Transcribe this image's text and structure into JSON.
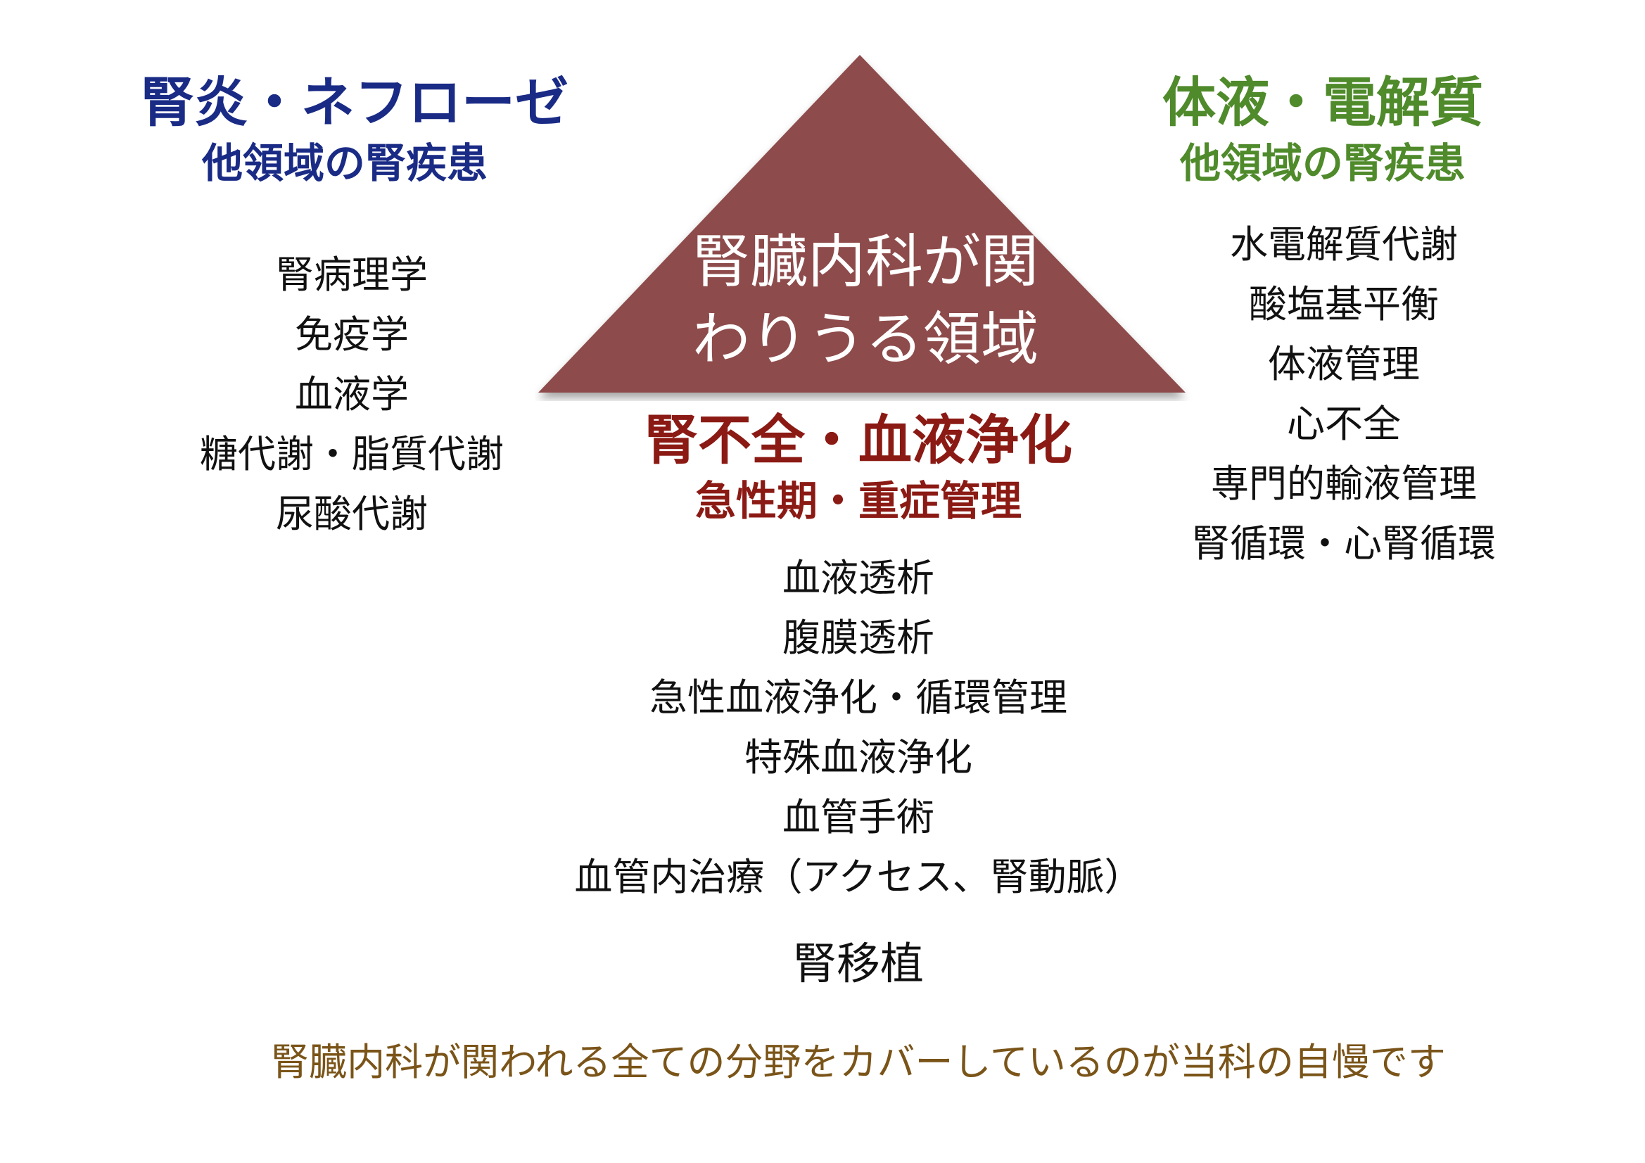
{
  "colors": {
    "left_heading": "#1a2b86",
    "right_heading": "#4f8a2b",
    "center_heading": "#8b1a14",
    "triangle_fill": "#8e4b4b",
    "footer_text": "#7a5418"
  },
  "left": {
    "title": "腎炎・ネフローゼ",
    "subtitle": "他領域の腎疾患",
    "items": [
      "腎病理学",
      "免疫学",
      "血液学",
      "糖代謝・脂質代謝",
      "尿酸代謝"
    ]
  },
  "right": {
    "title": "体液・電解質",
    "subtitle": "他領域の腎疾患",
    "items": [
      "水電解質代謝",
      "酸塩基平衡",
      "体液管理",
      "心不全",
      "専門的輸液管理",
      "腎循環・心腎循環"
    ]
  },
  "triangle": {
    "line1": "腎臓内科が関",
    "line2": "わりうる領域"
  },
  "center": {
    "title": "腎不全・血液浄化",
    "subtitle": "急性期・重症管理",
    "items": [
      "血液透析",
      "腹膜透析",
      "急性血液浄化・循環管理",
      "特殊血液浄化",
      "血管手術",
      "血管内治療（アクセス、腎動脈）"
    ],
    "transplant": "腎移植"
  },
  "footer": "腎臓内科が関われる全ての分野をカバーしているのが当科の自慢です"
}
